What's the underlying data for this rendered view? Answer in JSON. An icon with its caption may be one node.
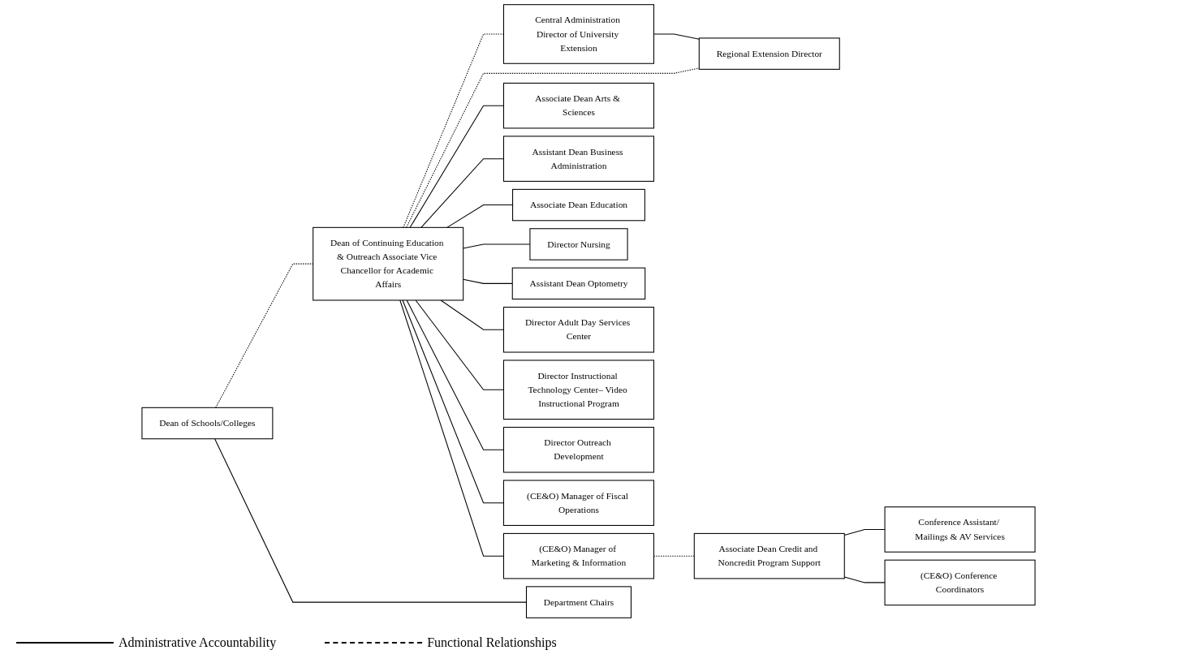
{
  "diagram": {
    "nodes": [
      {
        "text": [
          "Dean of Schools/Colleges"
        ]
      },
      {
        "text": [
          "Dean of Continuing Education & Outreach Associate Vice Chancellor for Academic Affairs"
        ]
      },
      {
        "text": [
          "Central Administration Director of University Extension"
        ]
      },
      {
        "text": [
          "Department Chairs"
        ]
      },
      {
        "text": [
          "Associate Dean Arts & Sciences"
        ]
      },
      {
        "text": [
          "Director Adult Day Services Center"
        ]
      },
      {
        "text": [
          "(CE&O) Manager of Fiscal Operations"
        ]
      },
      {
        "text": [
          "Regional Extension Director"
        ]
      },
      {
        "text": [
          "Assistant Dean Business Administration"
        ]
      },
      {
        "text": [
          "Director Instructional Technology Center– Video Instructional Program"
        ]
      },
      {
        "text": [
          "(CE&O) Manager of Marketing & Information"
        ]
      },
      {
        "text": [
          "Associate Dean Education"
        ]
      },
      {
        "text": [
          "Associate Dean Credit and Noncredit Program Support"
        ]
      },
      {
        "text": [
          "Director Outreach Development"
        ]
      },
      {
        "text": [
          "Director Nursing"
        ]
      },
      {
        "text": [
          "Conference Assistant/ Mailings & AV Services"
        ]
      },
      {
        "text": [
          "Assistant Dean Optometry"
        ]
      },
      {
        "text": [
          "(CE&O) Conference Coordinators"
        ]
      }
    ],
    "edges": [
      {
        "from": 0,
        "to": 1,
        "arrow": "none",
        "style": "dashed"
      },
      {
        "from": 1,
        "to": 2,
        "arrow": "none",
        "style": "dashed"
      },
      {
        "from": 1,
        "to": 7,
        "arrow": "none",
        "style": "dashed"
      },
      {
        "from": 0,
        "to": 3,
        "arrow": "none"
      },
      {
        "from": 2,
        "to": 7,
        "arrow": "none"
      },
      {
        "from": 1,
        "to": 4,
        "arrow": "none"
      },
      {
        "from": 1,
        "to": 8,
        "arrow": "none"
      },
      {
        "from": 1,
        "to": 11,
        "arrow": "none"
      },
      {
        "from": 1,
        "to": 14,
        "arrow": "none"
      },
      {
        "from": 1,
        "to": 16,
        "arrow": "none"
      },
      {
        "from": 1,
        "to": 5,
        "arrow": "none"
      },
      {
        "from": 1,
        "to": 9,
        "arrow": "none"
      },
      {
        "from": 1,
        "to": 13,
        "arrow": "none"
      },
      {
        "from": 1,
        "to": 6,
        "arrow": "none"
      },
      {
        "from": 1,
        "to": 10,
        "arrow": "none"
      },
      {
        "from": 10,
        "to": 12,
        "arrow": "none",
        "style": "dashed"
      },
      {
        "from": 12,
        "to": 15,
        "arrow": "none"
      },
      {
        "from": 12,
        "to": 17,
        "arrow": "none"
      }
    ],
    "legend": [
      {
        "text": "Administrative Accountability"
      },
      {
        "text": "Functional Relationships"
      }
    ]
  }
}
